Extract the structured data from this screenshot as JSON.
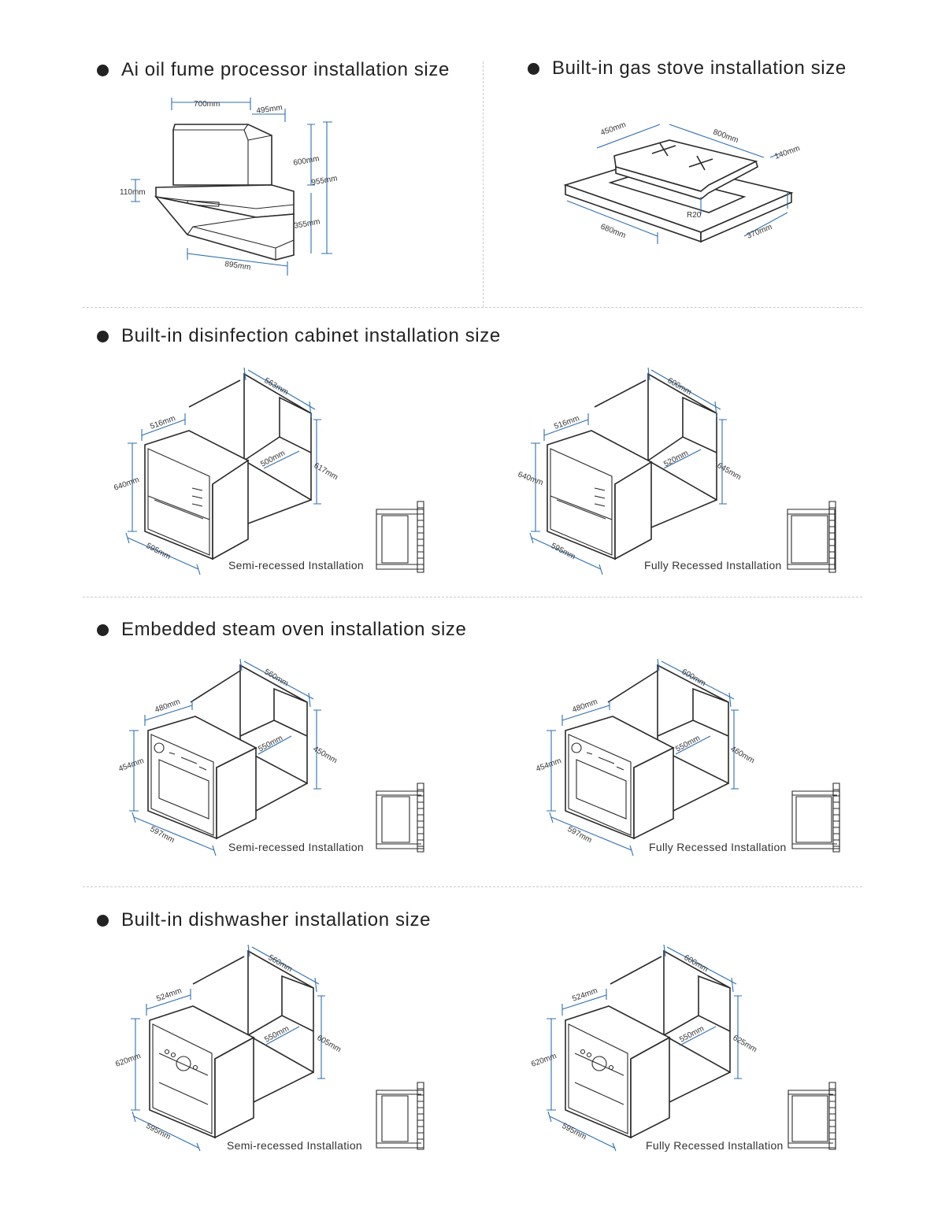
{
  "sections": {
    "hood": {
      "title": "Ai oil fume processor installation size",
      "dims": {
        "width_top": "700mm",
        "depth": "495mm",
        "upper_h": "600mm",
        "total_h": "955mm",
        "panel_h": "110mm",
        "lower_h": "355mm",
        "width_bottom": "895mm"
      }
    },
    "stove": {
      "title": "Built-in gas stove installation size",
      "dims": {
        "depth": "450mm",
        "width": "800mm",
        "height": "140mm",
        "radius": "R20",
        "cut_width": "680mm",
        "cut_depth": "370mm"
      }
    },
    "disinfection": {
      "title": "Built-in disinfection cabinet installation size",
      "semi": {
        "unit_depth": "516mm",
        "unit_h": "640mm",
        "unit_w": "595mm",
        "niche_w": "563mm",
        "niche_d": "500mm",
        "niche_h": "617mm",
        "caption": "Semi-recessed Installation"
      },
      "full": {
        "unit_depth": "516mm",
        "unit_h": "640mm",
        "unit_w": "595mm",
        "niche_w": "600mm",
        "niche_d": "520mm",
        "niche_h": "645mm",
        "caption": "Fully Recessed Installation"
      }
    },
    "steam": {
      "title": "Embedded steam oven installation size",
      "semi": {
        "unit_depth": "480mm",
        "unit_h": "454mm",
        "unit_w": "597mm",
        "niche_w": "560mm",
        "niche_d": "550mm",
        "niche_h": "450mm",
        "caption": "Semi-recessed Installation"
      },
      "full": {
        "unit_depth": "480mm",
        "unit_h": "454mm",
        "unit_w": "597mm",
        "niche_w": "600mm",
        "niche_d": "550mm",
        "niche_h": "460mm",
        "caption": "Fully Recessed Installation"
      }
    },
    "dishwasher": {
      "title": "Built-in dishwasher installation size",
      "semi": {
        "unit_depth": "524mm",
        "unit_h": "620mm",
        "unit_w": "595mm",
        "niche_w": "560mm",
        "niche_d": "550mm",
        "niche_h": "605mm",
        "caption": "Semi-recessed Installation"
      },
      "full": {
        "unit_depth": "524mm",
        "unit_h": "620mm",
        "unit_w": "595mm",
        "niche_w": "600mm",
        "niche_d": "550mm",
        "niche_h": "625mm",
        "caption": "Fully Recessed Installation"
      }
    }
  },
  "colors": {
    "line": "#2a2a2a",
    "dimension": "#2d6fb2",
    "separator": "#c9c9c9",
    "text": "#222222"
  }
}
